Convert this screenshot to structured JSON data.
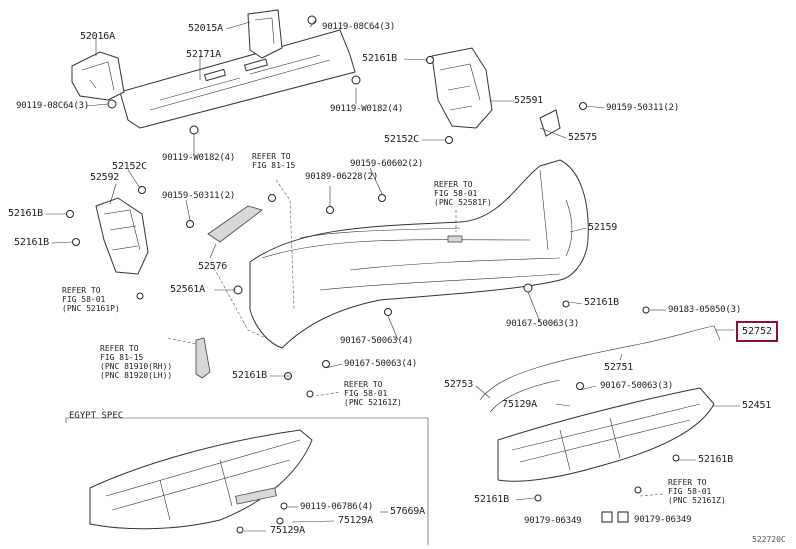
{
  "labels": {
    "p52016A": "52016A",
    "p90119_08C64_a": "90119-08C64(3)",
    "p52015A": "52015A",
    "p90119_08C64_b": "90119-08C64(3)",
    "p52171A": "52171A",
    "p90119_W0182_a": "90119-W0182(4)",
    "p90119_W0182_b": "90119-W0182(4)",
    "p52161B_a": "52161B",
    "p52591": "52591",
    "p90159_50311_a": "90159-50311(2)",
    "p52575": "52575",
    "p52152C_a": "52152C",
    "p52152C_b": "52152C",
    "p52592": "52592",
    "p52161B_b": "52161B",
    "p52161B_c": "52161B",
    "p90159_50311_b": "90159-50311(2)",
    "p90189_06228": "90189-06228(2)",
    "p90159_60602": "90159-60602(2)",
    "p52576": "52576",
    "p52561A": "52561A",
    "p52159": "52159",
    "p52161B_d": "52161B",
    "p90183_05050": "90183-05050(3)",
    "p52752": "52752",
    "p90167_50063_a": "90167-50063(3)",
    "p90167_50063_b": "90167-50063(4)",
    "p90167_50063_c": "90167-50063(4)",
    "p52751": "52751",
    "p52161B_e": "52161B",
    "p52753": "52753",
    "p90167_50063_d": "90167-50063(3)",
    "p75129A_a": "75129A",
    "p52451": "52451",
    "p52161B_f": "52161B",
    "p52161B_g": "52161B",
    "p90119_06786": "90119-06786(4)",
    "p57669A": "57669A",
    "p75129A_b": "75129A",
    "p75129A_c": "75129A",
    "p90179_06349_a": "90179-06349",
    "p90179_06349_b": "90179-06349"
  },
  "refs": {
    "ref_81_15_top": "REFER TO\nFIG 81-15",
    "ref_58_01_center": "REFER TO\nFIG 58-01\n(PNC 52581F)",
    "ref_58_01_left": "REFER TO\nFIG 58-01\n(PNC 52161P)",
    "ref_81_15_left": "REFER TO\nFIG 81-15\n(PNC 81910(RH))\n(PNC 81920(LH))",
    "ref_58_01_bottom": "REFER TO\nFIG 58-01\n(PNC 52161Z)",
    "ref_58_01_right": "REFER TO\nFIG 58-01\n(PNC 52161Z)"
  },
  "egypt_spec": "EGYPT SPEC",
  "drawing_code": "522720C"
}
